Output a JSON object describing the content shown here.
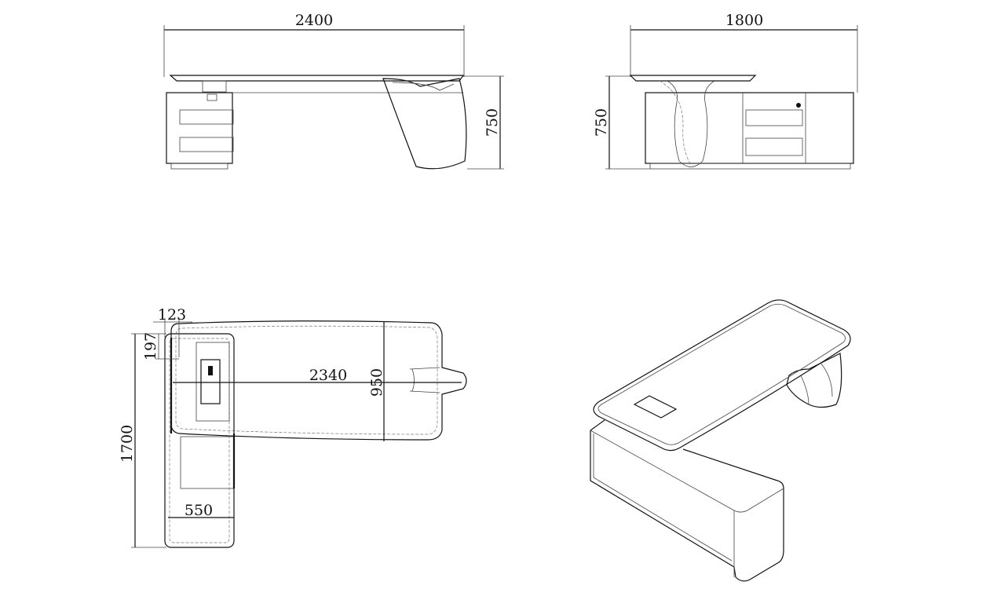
{
  "front_view": {
    "width_label": "2400",
    "height_label": "750"
  },
  "side_view": {
    "width_label": "1800",
    "height_label": "750"
  },
  "plan_view": {
    "offset_x_label": "123",
    "offset_y_label": "197",
    "length_label": "2340",
    "depth_label": "950",
    "return_length_label": "1700",
    "return_width_label": "550"
  }
}
